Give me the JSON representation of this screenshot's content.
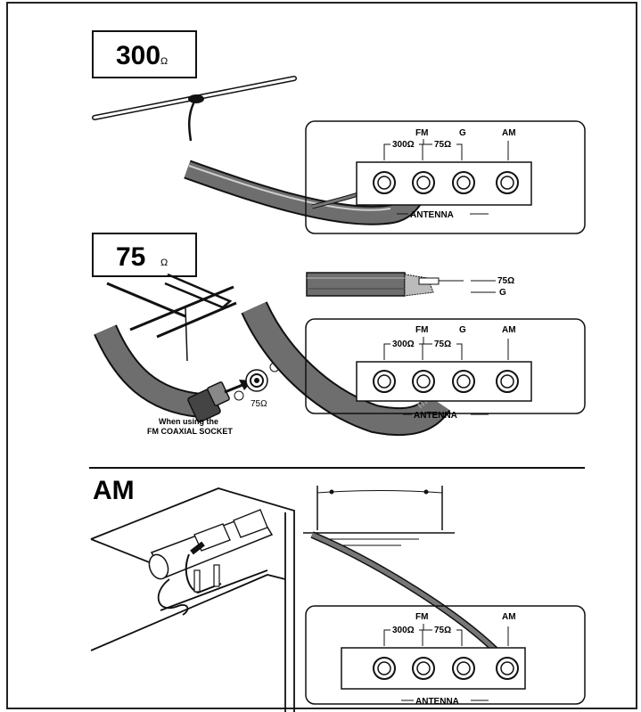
{
  "sections": {
    "s300": {
      "ohm_value": "300",
      "ohm_symbol": "Ω"
    },
    "s75": {
      "ohm_value": "75",
      "ohm_symbol": "Ω"
    },
    "am": {
      "title": "AM"
    }
  },
  "panel": {
    "fm": "FM",
    "g": "G",
    "am": "AM",
    "ohm300": "300Ω",
    "ohm75": "75Ω",
    "antenna": "ANTENNA"
  },
  "cable_labels": {
    "ohm75": "75Ω",
    "g": "G"
  },
  "coax_socket": {
    "ohm75": "75Ω",
    "caption_line1": "When using the",
    "caption_line2": "FM COAXIAL SOCKET"
  }
}
